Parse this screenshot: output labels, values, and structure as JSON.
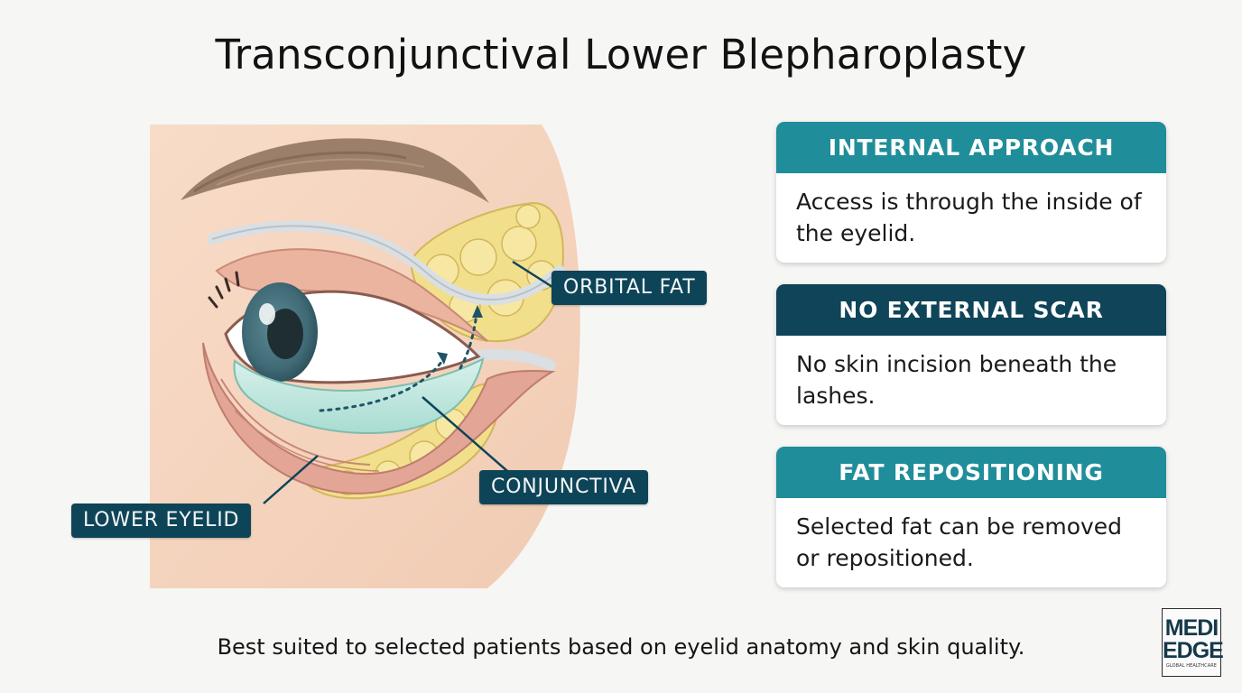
{
  "title": "Transconjunctival Lower Blepharoplasty",
  "labels": {
    "orbital_fat": "ORBITAL FAT",
    "conjunctiva": "CONJUNCTIVA",
    "lower_eyelid": "LOWER EYELID"
  },
  "cards": [
    {
      "heading": "INTERNAL APPROACH",
      "body": "Access is through the inside of the eyelid."
    },
    {
      "heading": "NO EXTERNAL SCAR",
      "body": "No skin incision beneath the lashes."
    },
    {
      "heading": "FAT REPOSITIONING",
      "body": "Selected fat can be removed or repositioned."
    }
  ],
  "footer": "Best suited to selected patients based on eyelid anatomy and skin quality.",
  "logo": {
    "line1": "MEDI",
    "line2": "EDGE",
    "tagline": "GLOBAL HEALTHCARE"
  },
  "icons": [
    "eyebrow-icon",
    "eye-icon",
    "dotted-arrow-icon"
  ],
  "colors": {
    "label_bg": "#0e4458",
    "card_teal": "#1f8d9a",
    "card_navy": "#0f4459",
    "skin": "#f5d6c2",
    "fat": "#f2df8c",
    "conjunctiva": "#bfe5dc"
  }
}
